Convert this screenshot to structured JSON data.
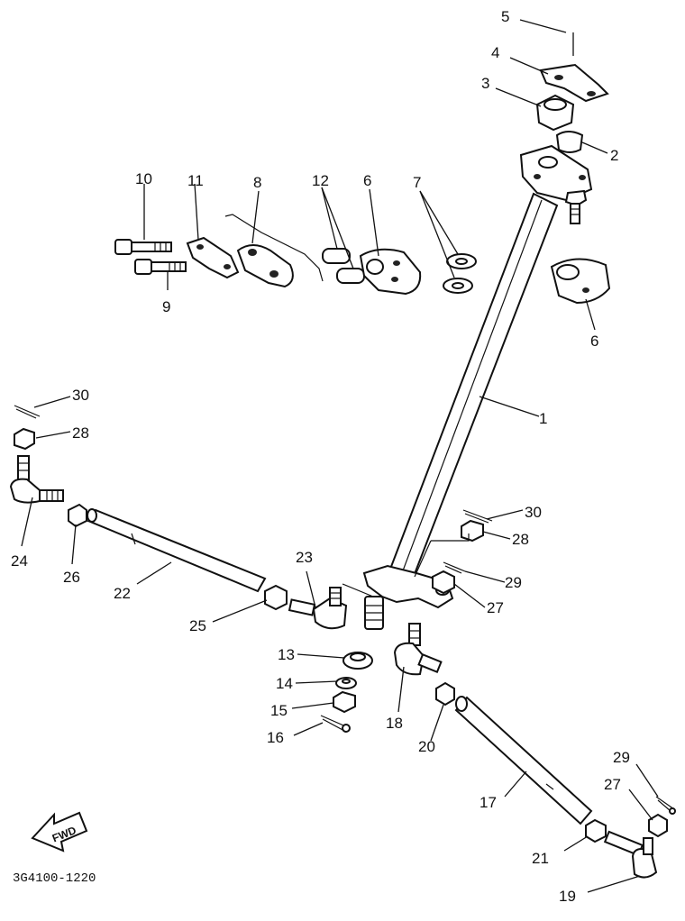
{
  "diagram": {
    "callouts": [
      "1",
      "2",
      "3",
      "4",
      "5",
      "6",
      "6",
      "7",
      "8",
      "9",
      "10",
      "11",
      "12",
      "13",
      "14",
      "15",
      "16",
      "17",
      "18",
      "19",
      "20",
      "21",
      "22",
      "23",
      "24",
      "25",
      "26",
      "27",
      "27",
      "28",
      "28",
      "29",
      "29",
      "30",
      "30"
    ],
    "fwd_label": "FWD",
    "drawing_code": "3G4100-1220"
  }
}
